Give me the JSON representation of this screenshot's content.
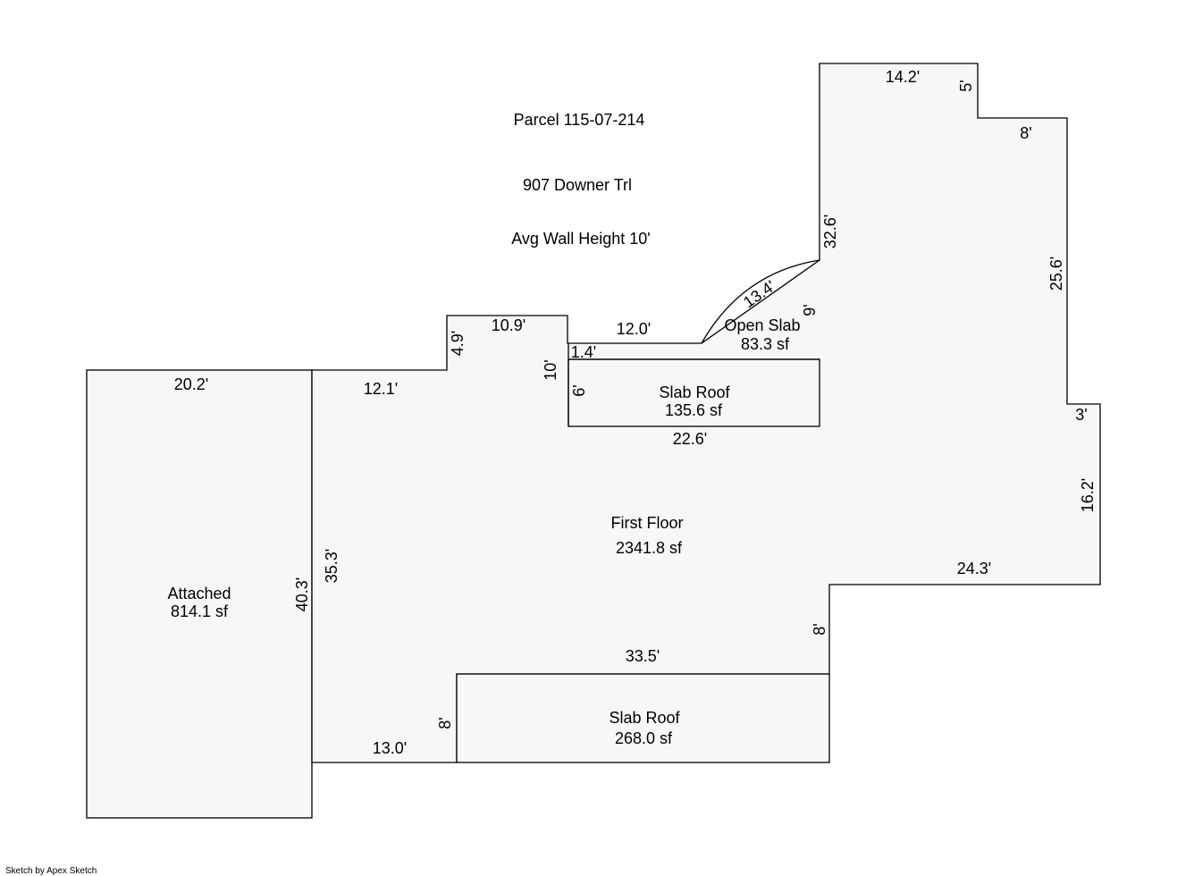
{
  "header": {
    "parcel": "Parcel 115-07-214",
    "address": "907 Downer Trl",
    "wall_height": "Avg Wall Height 10'"
  },
  "areas": {
    "first_floor": {
      "name": "First Floor",
      "size": "2341.8 sf"
    },
    "attached": {
      "name": "Attached",
      "size": "814.1 sf"
    },
    "open_slab": {
      "name": "Open Slab",
      "size": "83.3 sf"
    },
    "slab_roof_upper": {
      "name": "Slab Roof",
      "size": "135.6 sf"
    },
    "slab_roof_lower": {
      "name": "Slab Roof",
      "size": "268.0 sf"
    }
  },
  "dimensions": {
    "attached_top": "20.2'",
    "attached_side": "40.3'",
    "ff_left": "35.3'",
    "ff_top_left": "12.1'",
    "notch_side": "4.9'",
    "notch_top": "10.9'",
    "inner_side": "10'",
    "open_slab_top": "12.0'",
    "small_step": "1.4'",
    "arc": "13.4'",
    "open_slab_side": "9'",
    "slab_upper_side": "6'",
    "slab_upper_bottom": "22.6'",
    "wing_left": "32.6'",
    "wing_top": "14.2'",
    "wing_step_v": "5'",
    "wing_step_h": "8'",
    "right_upper": "25.6'",
    "right_step": "3'",
    "right_lower": "16.2'",
    "bottom_right": "24.3'",
    "bottom_step": "8'",
    "slab_lower_top": "33.5'",
    "slab_lower_side": "8'",
    "ff_bottom": "13.0'"
  },
  "footer": {
    "credit": "Sketch by Apex Sketch"
  }
}
